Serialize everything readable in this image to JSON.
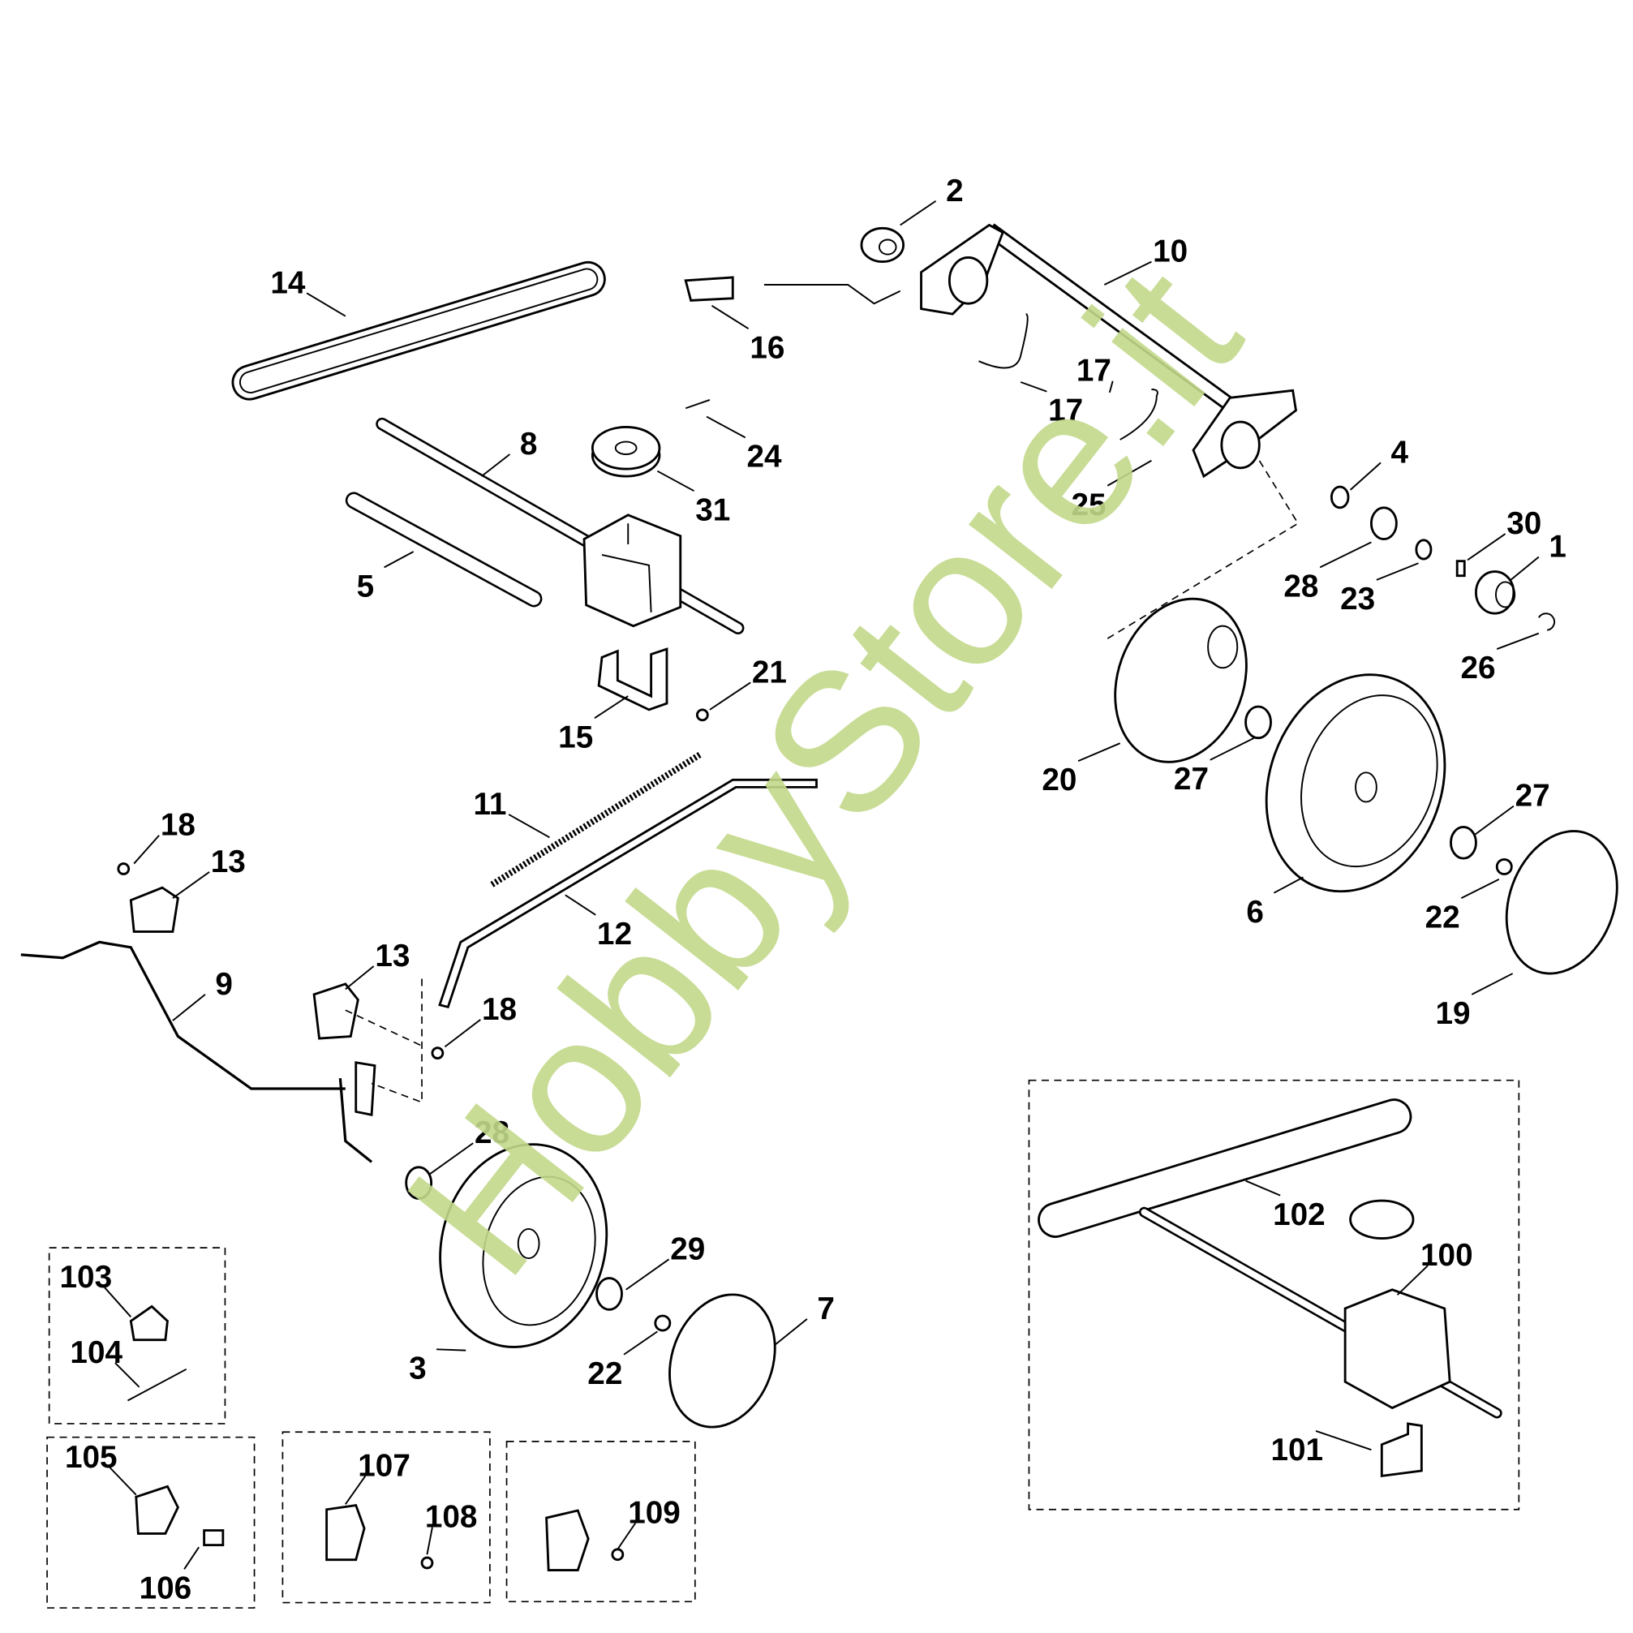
{
  "diagram": {
    "type": "exploded parts diagram - lawn mower drive / wheel assembly",
    "watermark": "HobbyStore.it",
    "callouts": [
      "2",
      "10",
      "14",
      "16",
      "17",
      "17",
      "25",
      "4",
      "8",
      "24",
      "31",
      "30",
      "1",
      "5",
      "28",
      "23",
      "21",
      "26",
      "15",
      "20",
      "27",
      "11",
      "27",
      "18",
      "13",
      "6",
      "22",
      "12",
      "13",
      "9",
      "18",
      "19",
      "28",
      "29",
      "7",
      "3",
      "22",
      "102",
      "100",
      "101",
      "103",
      "104",
      "105",
      "106",
      "107",
      "108",
      "109"
    ]
  }
}
